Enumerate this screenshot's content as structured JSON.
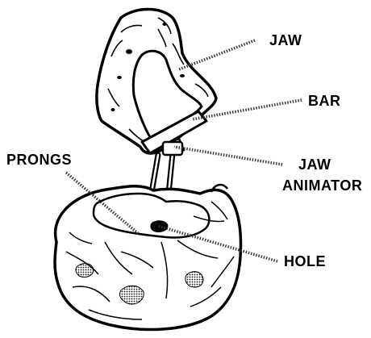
{
  "labels": {
    "jaw": "JAW",
    "bar": "BAR",
    "prongs": "PRONGS",
    "jaw_animator_line1": "JAW",
    "jaw_animator_line2": "ANIMATOR",
    "hole": "HOLE"
  },
  "colors": {
    "ink": "#000000",
    "paper": "#ffffff",
    "leader": "#3a3a3a"
  }
}
